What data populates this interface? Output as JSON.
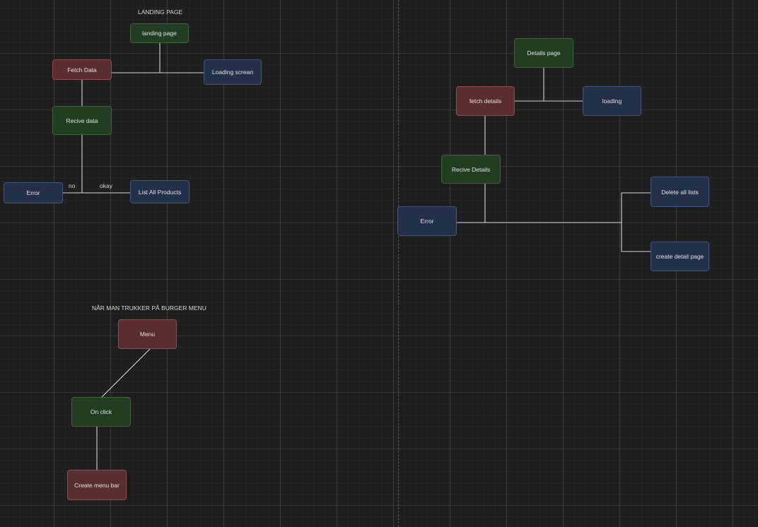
{
  "section_titles": {
    "landing": "LANDING PAGE",
    "burger": "NÅR MAN TRUKKER PÅ BURGER MENU"
  },
  "edge_labels": {
    "no": "no",
    "okay": "okay"
  },
  "nodes": {
    "landing_page": {
      "label": "landing page",
      "color": "green"
    },
    "fetch_data": {
      "label": "Fetch Data",
      "color": "red"
    },
    "loading_screan": {
      "label": "Loading screan",
      "color": "blue"
    },
    "recive_data": {
      "label": "Recive data",
      "color": "green"
    },
    "error_left": {
      "label": "Error",
      "color": "blue"
    },
    "list_all_products": {
      "label": "List All Products",
      "color": "blue"
    },
    "details_page": {
      "label": "Details page",
      "color": "green"
    },
    "fetch_details": {
      "label": "fetch details",
      "color": "red"
    },
    "loading": {
      "label": "loading",
      "color": "blue"
    },
    "recive_details": {
      "label": "Recive Details",
      "color": "green"
    },
    "error_right": {
      "label": "Error",
      "color": "blue"
    },
    "delete_all_lists": {
      "label": "Delete all lists",
      "color": "blue"
    },
    "create_detail_page": {
      "label": "create detail page",
      "color": "blue"
    },
    "menu": {
      "label": "Menu",
      "color": "red"
    },
    "on_click": {
      "label": "On click",
      "color": "green"
    },
    "create_menu_bar": {
      "label": "Create menu bar",
      "color": "red"
    }
  },
  "colors": {
    "background": "#1e1e1e",
    "red": "#5a2e2e",
    "green": "#233d22",
    "blue": "#23304a",
    "connector": "#d4d4d4"
  }
}
